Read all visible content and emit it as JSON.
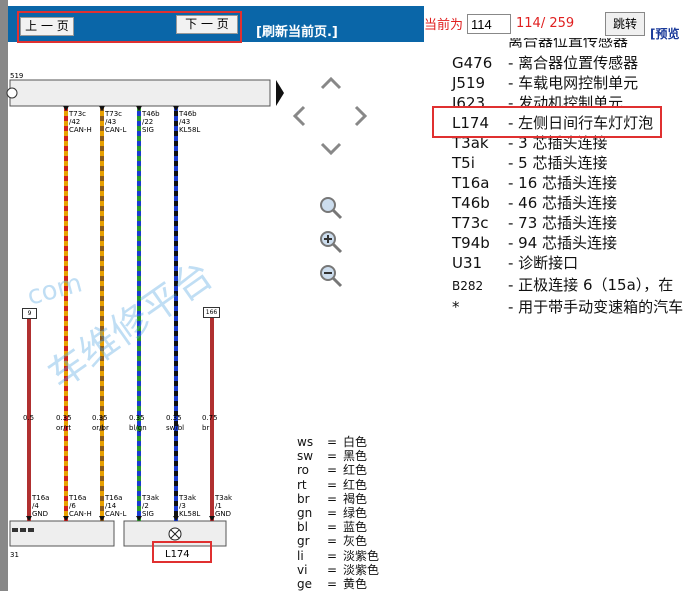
{
  "toolbar": {
    "prev_label": "上 一 页",
    "next_label": "下 一 页",
    "refresh_label": "[刷新当前页.]",
    "current_page_label": "当前为",
    "current_page_value": "114",
    "total_pages": "114/ 259",
    "go_label": "跳转",
    "preview_label": "[预览"
  },
  "legend": {
    "header_partial": "离合器位置传感器",
    "items": [
      {
        "code": "G476",
        "desc": "- 离合器位置传感器"
      },
      {
        "code": "J519",
        "desc": "- 车载电网控制单元"
      },
      {
        "code": "J623",
        "desc": "- 发动机控制单元"
      },
      {
        "code": "L174",
        "desc": "- 左侧日间行车灯灯泡"
      },
      {
        "code": "T3ak",
        "desc": "- 3 芯插头连接"
      },
      {
        "code": "T5i",
        "desc": "- 5 芯插头连接"
      },
      {
        "code": "T16a",
        "desc": "- 16 芯插头连接"
      },
      {
        "code": "T46b",
        "desc": "- 46 芯插头连接"
      },
      {
        "code": "T73c",
        "desc": "- 73 芯插头连接"
      },
      {
        "code": "T94b",
        "desc": "- 94 芯插头连接"
      },
      {
        "code": "U31",
        "desc": "- 诊断接口"
      },
      {
        "code": "B282",
        "desc": "- 正极连接 6（15a），在"
      },
      {
        "code": "*",
        "desc": "- 用于带手动变速箱的汽车"
      }
    ]
  },
  "colors": [
    {
      "code": "ws",
      "name": "白色"
    },
    {
      "code": "sw",
      "name": "黑色"
    },
    {
      "code": "ro",
      "name": "红色"
    },
    {
      "code": "rt",
      "name": "红色"
    },
    {
      "code": "br",
      "name": "褐色"
    },
    {
      "code": "gn",
      "name": "绿色"
    },
    {
      "code": "bl",
      "name": "蓝色"
    },
    {
      "code": "gr",
      "name": "灰色"
    },
    {
      "code": "li",
      "name": "淡紫色"
    },
    {
      "code": "vi",
      "name": "淡紫色"
    },
    {
      "code": "ge",
      "name": "黄色"
    }
  ],
  "diagram": {
    "top_label": "519",
    "bottom_left_label": "31",
    "component_label": "L174",
    "wires": [
      {
        "top": "T73c\n/42\nCAN-H",
        "gauge": "0.35",
        "color": "or/rt",
        "bottom": "T16a\n/6\nCAN-H"
      },
      {
        "top": "T73c\n/43\nCAN-L",
        "gauge": "0.35",
        "color": "or/br",
        "bottom": "T16a\n/14\nCAN-L"
      },
      {
        "top": "T46b\n/22\nSIG",
        "gauge": "0.35",
        "color": "bl/gn",
        "bottom": "T3ak\n/2\nSIG"
      },
      {
        "top": "T46b\n/43\nKL58L",
        "gauge": "0.35",
        "color": "sw/bl",
        "bottom": "T3ak\n/3\nKL58L"
      },
      {
        "top": "",
        "gauge": "0.75",
        "color": "br",
        "bottom": "T3ak\n/1\nGND"
      }
    ],
    "left_wire": {
      "gauge": "0.5",
      "bottom": "T16a\n/4\nGND"
    },
    "ref_9": "9",
    "ref_166": "166"
  },
  "watermark": "车维修平台",
  "watermark2": "com",
  "accent": "#0a66a8",
  "highlight": "#e03030"
}
